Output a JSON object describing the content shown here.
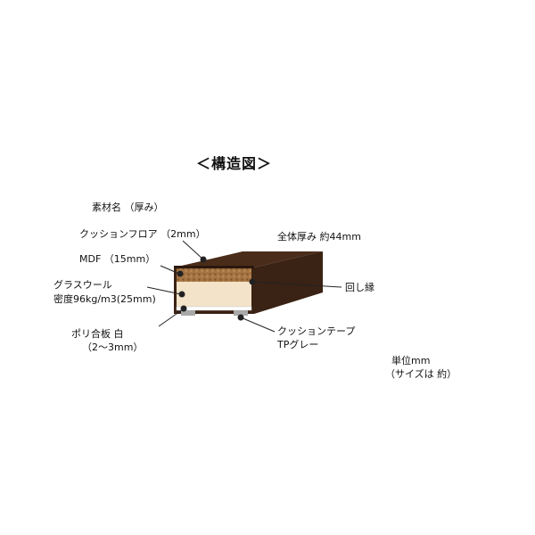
{
  "title": "＜構造図＞",
  "labels": {
    "material_header": "素材名 （厚み）",
    "cushion_floor": "クッションフロア （2mm）",
    "total_thickness": "全体厚み 約44mm",
    "mdf": "MDF （15mm）",
    "glass_wool_1": "グラスウール",
    "glass_wool_2": "密度96kg/m3(25mm)",
    "rim": "回し縁",
    "poly_board_1": "ポリ合板 白",
    "poly_board_2": "（2～3mm）",
    "cushion_tape_1": "クッションテープ",
    "cushion_tape_2": "TPグレー",
    "unit_1": "単位mm",
    "unit_2": "（サイズは 約）"
  },
  "colors": {
    "frame_dark": "#3a2214",
    "frame_top": "#4a2c1a",
    "mdf": "#a07040",
    "glass_wool": "#f3e3c8",
    "poly": "#ffffff",
    "tape": "#a9a9a9"
  }
}
